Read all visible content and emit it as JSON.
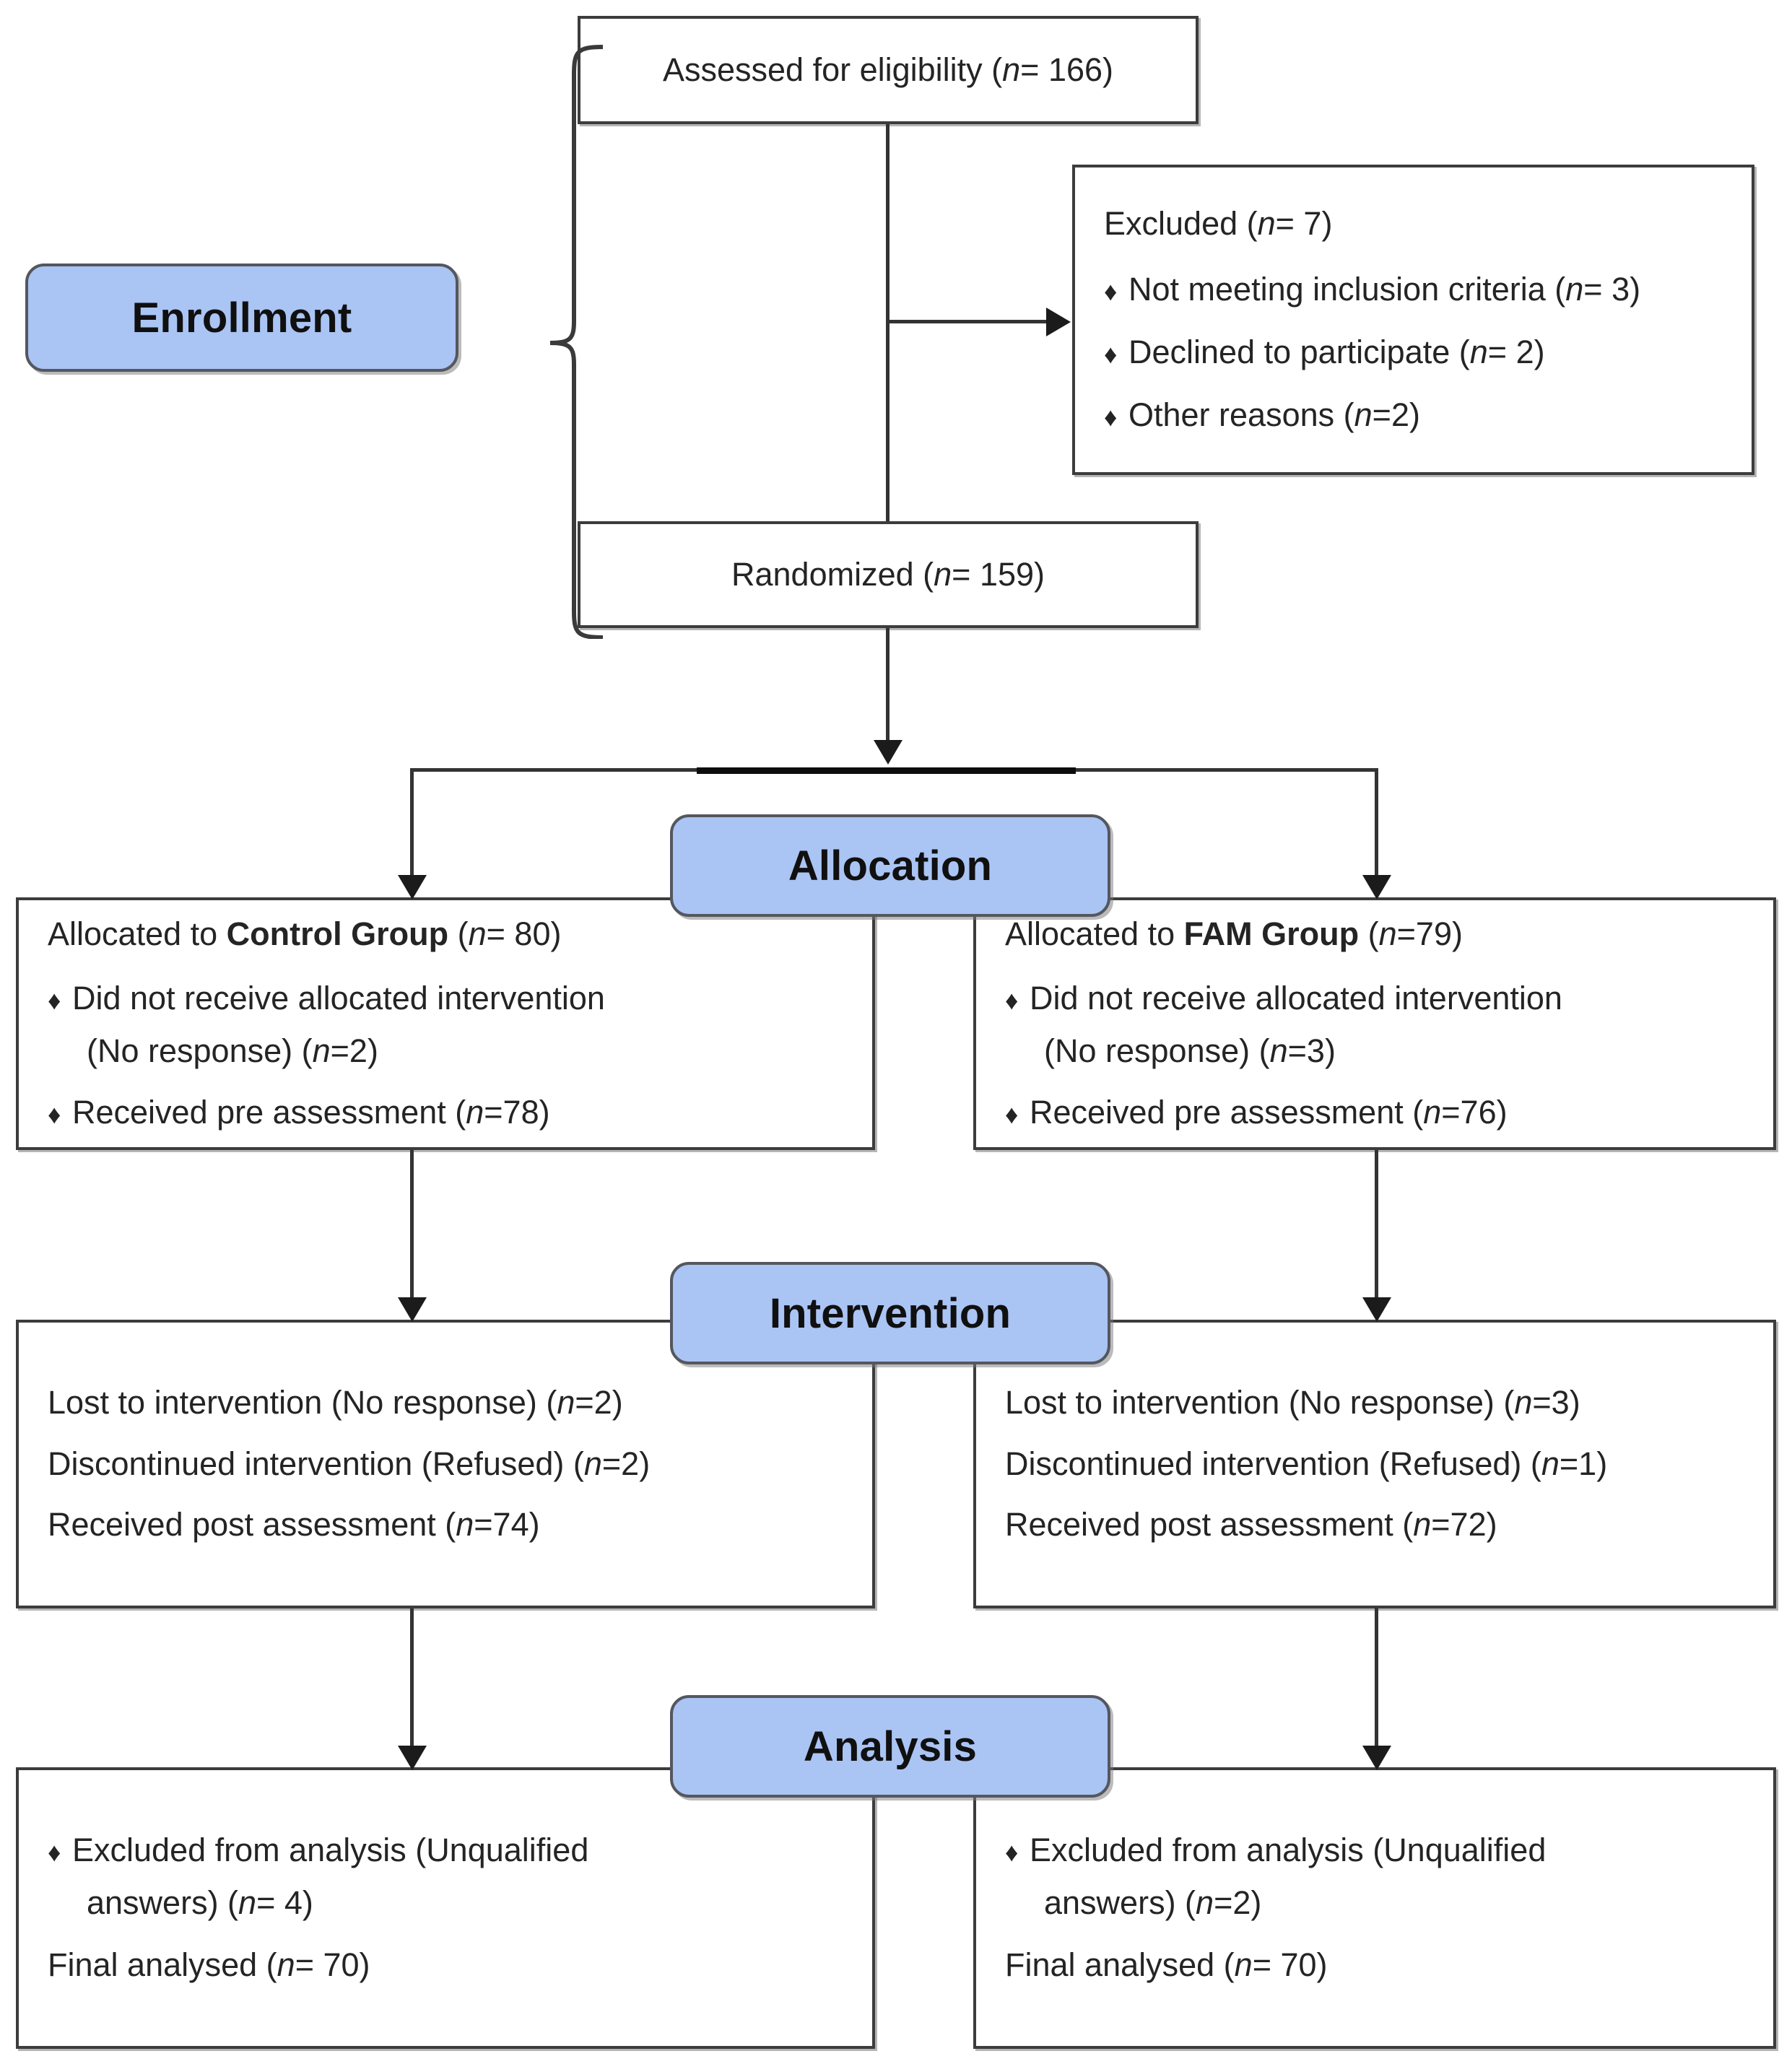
{
  "diagram": {
    "title": "CONSORT participant flow diagram",
    "accent_blue": "#aac4f4",
    "border_gray": "#3c3c3c",
    "stages": {
      "enrollment": "Enrollment",
      "allocation": "Allocation",
      "intervention": "Intervention",
      "analysis": "Analysis"
    },
    "enrollment": {
      "assessed": "Assessed for eligibility (n= 166)",
      "assessed_label": "Assessed for eligibility (",
      "assessed_value": "= 166)",
      "randomized_label": "Randomized (",
      "randomized_value": "= 159)",
      "excluded_header_label": "Excluded (",
      "excluded_header_value": "= 7)",
      "excluded_reasons": [
        {
          "text": "Not meeting inclusion criteria (",
          "value": "= 3)"
        },
        {
          "text": "Declined to participate (",
          "value": "= 2)"
        },
        {
          "text": "Other reasons (",
          "value": "=2)"
        }
      ]
    },
    "allocation": {
      "left": {
        "header_pre": "Allocated to ",
        "header_strong": "Control Group",
        "header_post": " (",
        "header_value": "= 80)",
        "bullet1_a": "Did not receive allocated intervention",
        "bullet1_b": "(No response) (",
        "bullet1_value": "=2)",
        "bullet2": "Received pre assessment (",
        "bullet2_value": "=78)"
      },
      "right": {
        "header_pre": "Allocated to ",
        "header_strong": "FAM Group",
        "header_post": " (",
        "header_value": "=79)",
        "bullet1_a": "Did not receive allocated intervention",
        "bullet1_b": "(No response) (",
        "bullet1_value": "=3)",
        "bullet2": "Received pre assessment (",
        "bullet2_value": "=76)"
      }
    },
    "intervention": {
      "left": {
        "line1": "Lost to intervention (No response) (",
        "line1_value": "=2)",
        "line2": "Discontinued intervention (Refused) (",
        "line2_value": "=2)",
        "line3": "Received post assessment (",
        "line3_value": "=74)"
      },
      "right": {
        "line1": "Lost to intervention (No response) (",
        "line1_value": "=3)",
        "line2": "Discontinued intervention (Refused) (",
        "line2_value": "=1)",
        "line3": "Received post assessment (",
        "line3_value": "=72)"
      }
    },
    "analysis": {
      "left": {
        "bullet_a": "Excluded from analysis (Unqualified",
        "bullet_b": "answers) (",
        "bullet_value": "= 4)",
        "final": "Final analysed (",
        "final_value": "= 70)"
      },
      "right": {
        "bullet_a": "Excluded from analysis (Unqualified",
        "bullet_b": "answers) (",
        "bullet_value": "=2)",
        "final": "Final analysed (",
        "final_value": "= 70)"
      }
    },
    "symbols": {
      "bullet": "♦",
      "italic_n": "n"
    }
  }
}
